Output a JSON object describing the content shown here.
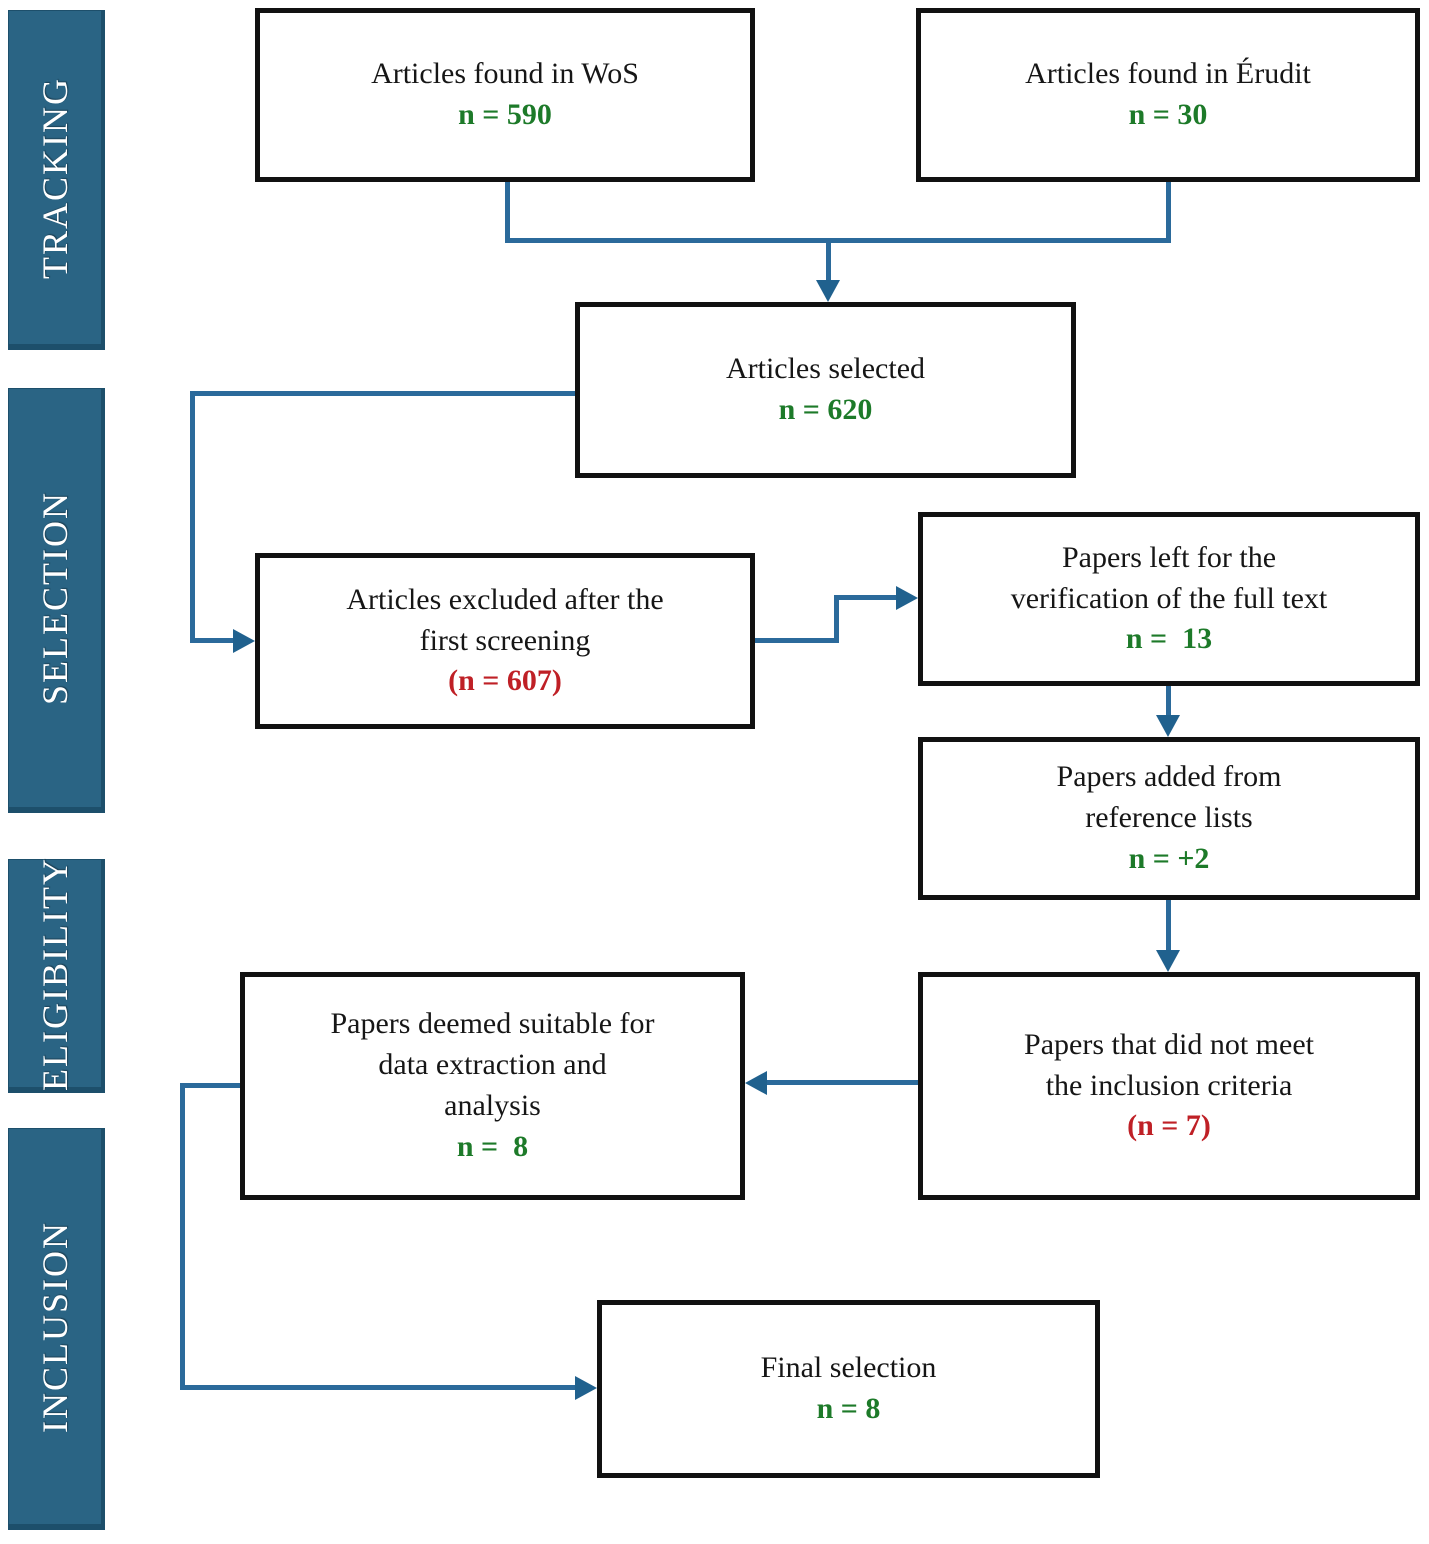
{
  "palette": {
    "sidebar_fill": "#2a6484",
    "sidebar_border": "#1d4f6b",
    "box_border": "#111111",
    "text_color": "#161616",
    "line_color": "#2b6a9b",
    "arrow_color": "#20618e",
    "count_green": "#1d7a29",
    "count_red": "#bf2026"
  },
  "stages": [
    {
      "label": "TRACKING"
    },
    {
      "label": "SELECTION"
    },
    {
      "label": "ELIGIBILITY"
    },
    {
      "label": "INCLUSION"
    }
  ],
  "nodes": [
    {
      "lines": [
        "Articles found in WoS"
      ],
      "count": "n = 590",
      "count_color": "green"
    },
    {
      "lines": [
        "Articles found in Érudit"
      ],
      "count": "n = 30",
      "count_color": "green"
    },
    {
      "lines": [
        "Articles selected"
      ],
      "count": "n = 620",
      "count_color": "green"
    },
    {
      "lines": [
        "Articles excluded after the",
        "first screening"
      ],
      "count": "(n = 607)",
      "count_color": "red"
    },
    {
      "lines": [
        "Papers left for the",
        "verification of the full text"
      ],
      "count": "n =  13",
      "count_color": "green"
    },
    {
      "lines": [
        "Papers added from",
        "reference lists"
      ],
      "count": "n = +2",
      "count_color": "green"
    },
    {
      "lines": [
        "Papers that did not meet",
        "the inclusion criteria"
      ],
      "count": "(n = 7)",
      "count_color": "red"
    },
    {
      "lines": [
        "Papers deemed suitable for",
        "data extraction and",
        "analysis"
      ],
      "count": "n =  8",
      "count_color": "green"
    },
    {
      "lines": [
        "Final selection"
      ],
      "count": "n = 8",
      "count_color": "green"
    }
  ]
}
